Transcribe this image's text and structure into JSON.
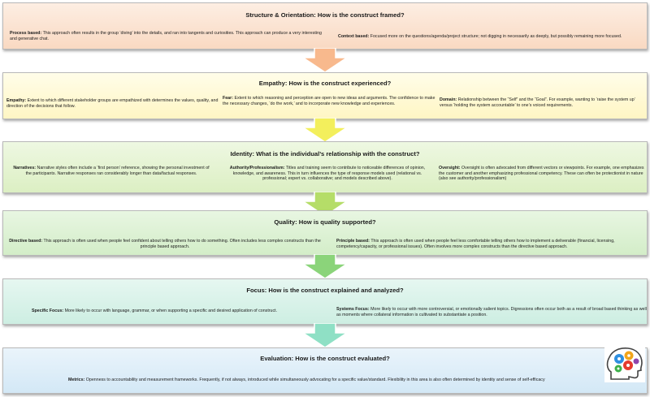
{
  "sections": [
    {
      "title": "Structure & Orientation: How is the construct framed?",
      "items": [
        {
          "label": "Process based:",
          "text": "This approach often results in the group ‘diving’ into the details, and ran into tangents and curiosities.  This approach can produce a very interesting and generative chat."
        },
        {
          "label": "Context based:",
          "text": "Focused more on the questions/agenda/project structure; not digging in necessarily as deeply, but possibly remaining more focused."
        }
      ]
    },
    {
      "title": "Empathy: How is the construct experienced?",
      "items": [
        {
          "label": "Empathy:",
          "text": "Extent to which different stakeholder groups are empathized with determines the values, quality, and direction of the decisions that follow."
        },
        {
          "label": "Fear:",
          "text": "Extent to which reasoning and perception are open to new ideas and arguments. The confidence to make the necessary changes, ‘do the work,’ and to incorporate new knowledge and experiences."
        },
        {
          "label": "Domain:",
          "text": "Relationship between the “Self” and the “Goal”. For example, wanting to ‘raise the system up’ versus ‘holding the system accountable’ to one’s voiced requirements."
        }
      ]
    },
    {
      "title": "Identity: What is the individual’s relationship with the construct?",
      "items": [
        {
          "label": "Narratives:",
          "text": "Narrative styles often include a ‘first person’ reference,  showing the personal investment of the participants. Narrative responses ran considerably longer than data/factual responses."
        },
        {
          "label": "Authority/Professionalism:",
          "text": "Titles and training seem to contribute to noticeable differences of opinion, knowledge, and awareness. This in turn influences the type of response models used (relational vs. professional; expert vs. collaborative; and models described above)."
        },
        {
          "label": "Oversight:",
          "text": "Oversight is often advocated from different vectors or viewpoints. For example, one emphasizes the customer and another emphasizing professional competency. These can often  be protectionist in nature (also see authority/professionalism)"
        }
      ]
    },
    {
      "title": "Quality: How is quality supported?",
      "items": [
        {
          "label": "Directive based:",
          "text": "This approach is often used when people feel confident about telling others how to do something. Often includes less complex constructs than the principle based approach."
        },
        {
          "label": "Principle based:",
          "text": "This approach is often used when people feel less comfortable telling others how to implement a deliverable (financial, licensing, competency/capacity, or professional issues). Often involves more complex constructs than the directive based approach."
        }
      ]
    },
    {
      "title": "Focus: How is the construct explained and analyzed?",
      "items": [
        {
          "label": "Specific Focus:",
          "text": "More likely to occur with language, grammar, or when supporting a specific and desired application of construct."
        },
        {
          "label": "Systems Focus:",
          "text": "More likely to occur with more controversial, or emotionally salient topics. Digressions often occur both as a result of broad based thinking as well as moments where collateral information is cultivated to substantiate a position."
        }
      ]
    },
    {
      "title": "Evaluation: How is the construct evaluated?",
      "items": [
        {
          "label": "Metrics:",
          "text": "Openness to accountability and measurement frameworks. Frequently, if not always, introduced while simultaneously advocating for a specific value/standard. Flexibility in this area is also often determined by identity and sense of self-efficacy"
        }
      ]
    }
  ],
  "colors": {
    "band_1": "#fbe5d6",
    "arrow_1": "#f8b98d",
    "band_2": "#fffad7",
    "arrow_2": "#f3ef5c",
    "band_3": "#e6f3d2",
    "arrow_3": "#b5dd68",
    "band_4": "#def2d6",
    "arrow_4": "#8bd47a",
    "band_5": "#d8f2ea",
    "arrow_5": "#8fe0c5",
    "band_6": "#ddeef9"
  },
  "icons": [
    "down-arrow-icon",
    "head-gears-icon"
  ]
}
